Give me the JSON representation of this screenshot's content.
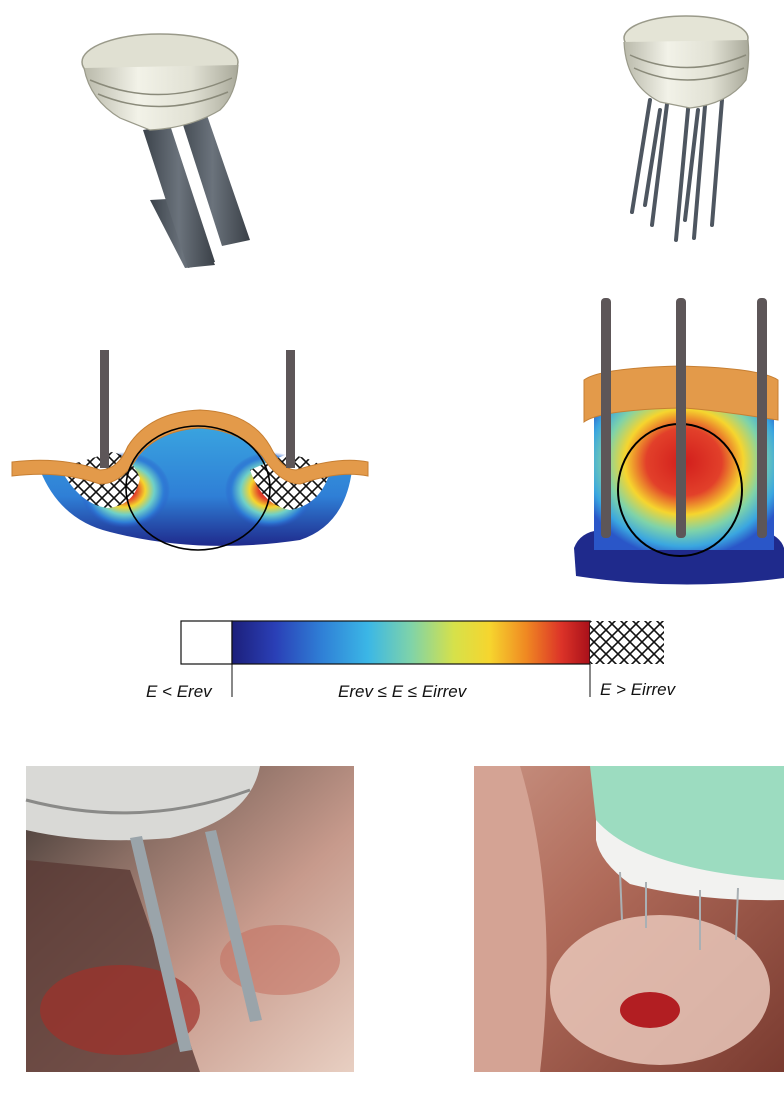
{
  "legend": {
    "below_label": "E < Erev",
    "range_label": "Erev ≤ E ≤ Eirrev",
    "above_label": "E > Eirrev"
  },
  "colors": {
    "electrode_metal": "#5a5f66",
    "needle_metal": "#505861",
    "applicator_body": "#e8e8dc",
    "skin_layer": "#e39a4a",
    "rod": "#5d5658",
    "contour": "#000000",
    "colormap": [
      "#1f2a8c",
      "#2a56c8",
      "#3aa6e0",
      "#6fd0c8",
      "#b9df5a",
      "#f6e23a",
      "#f39a1f",
      "#e2402a",
      "#b8131a"
    ]
  },
  "panels": {
    "top_left": "plate-electrode-applicator",
    "top_right": "needle-electrode-applicator",
    "middle_left": "plate-electrode-field-distribution",
    "middle_right": "needle-electrode-field-distribution",
    "bottom_left": "plate-electrode-photo",
    "bottom_right": "needle-electrode-photo"
  }
}
